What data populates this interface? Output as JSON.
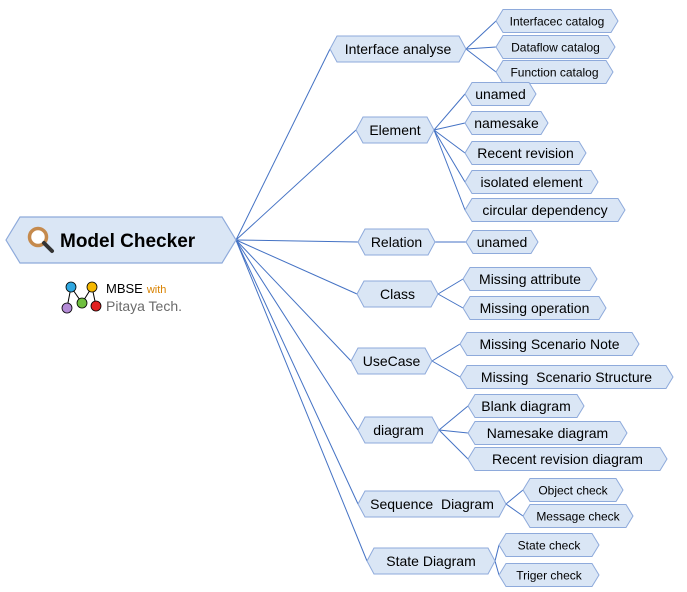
{
  "root": {
    "label": "Model Checker",
    "icon": "magnifier-icon"
  },
  "logo": {
    "brand": "MBSE",
    "with": "with",
    "company": "Pitaya Tech.",
    "icon": "network-logo-icon"
  },
  "colors": {
    "node_fill": "#dae6f5",
    "node_stroke": "#8eaadb",
    "line": "#4472c4"
  },
  "branches": [
    {
      "label": "Interface analyse",
      "children": [
        "Interfacec catalog",
        "Dataflow catalog",
        "Function catalog"
      ]
    },
    {
      "label": "Element",
      "children": [
        "unamed",
        "namesake",
        "Recent revision",
        "isolated element",
        "circular dependency"
      ]
    },
    {
      "label": "Relation",
      "children": [
        "unamed"
      ]
    },
    {
      "label": "Class",
      "children": [
        "Missing attribute",
        "Missing operation"
      ]
    },
    {
      "label": "UseCase",
      "children": [
        "Missing Scenario Note",
        "Missing  Scenario Structure"
      ]
    },
    {
      "label": "diagram",
      "children": [
        "Blank diagram",
        "Namesake diagram",
        "Recent revision diagram"
      ]
    },
    {
      "label": "Sequence  Diagram",
      "children": [
        "Object check",
        "Message check"
      ]
    },
    {
      "label": "State Diagram",
      "children": [
        "State check",
        "Triger check"
      ]
    }
  ]
}
